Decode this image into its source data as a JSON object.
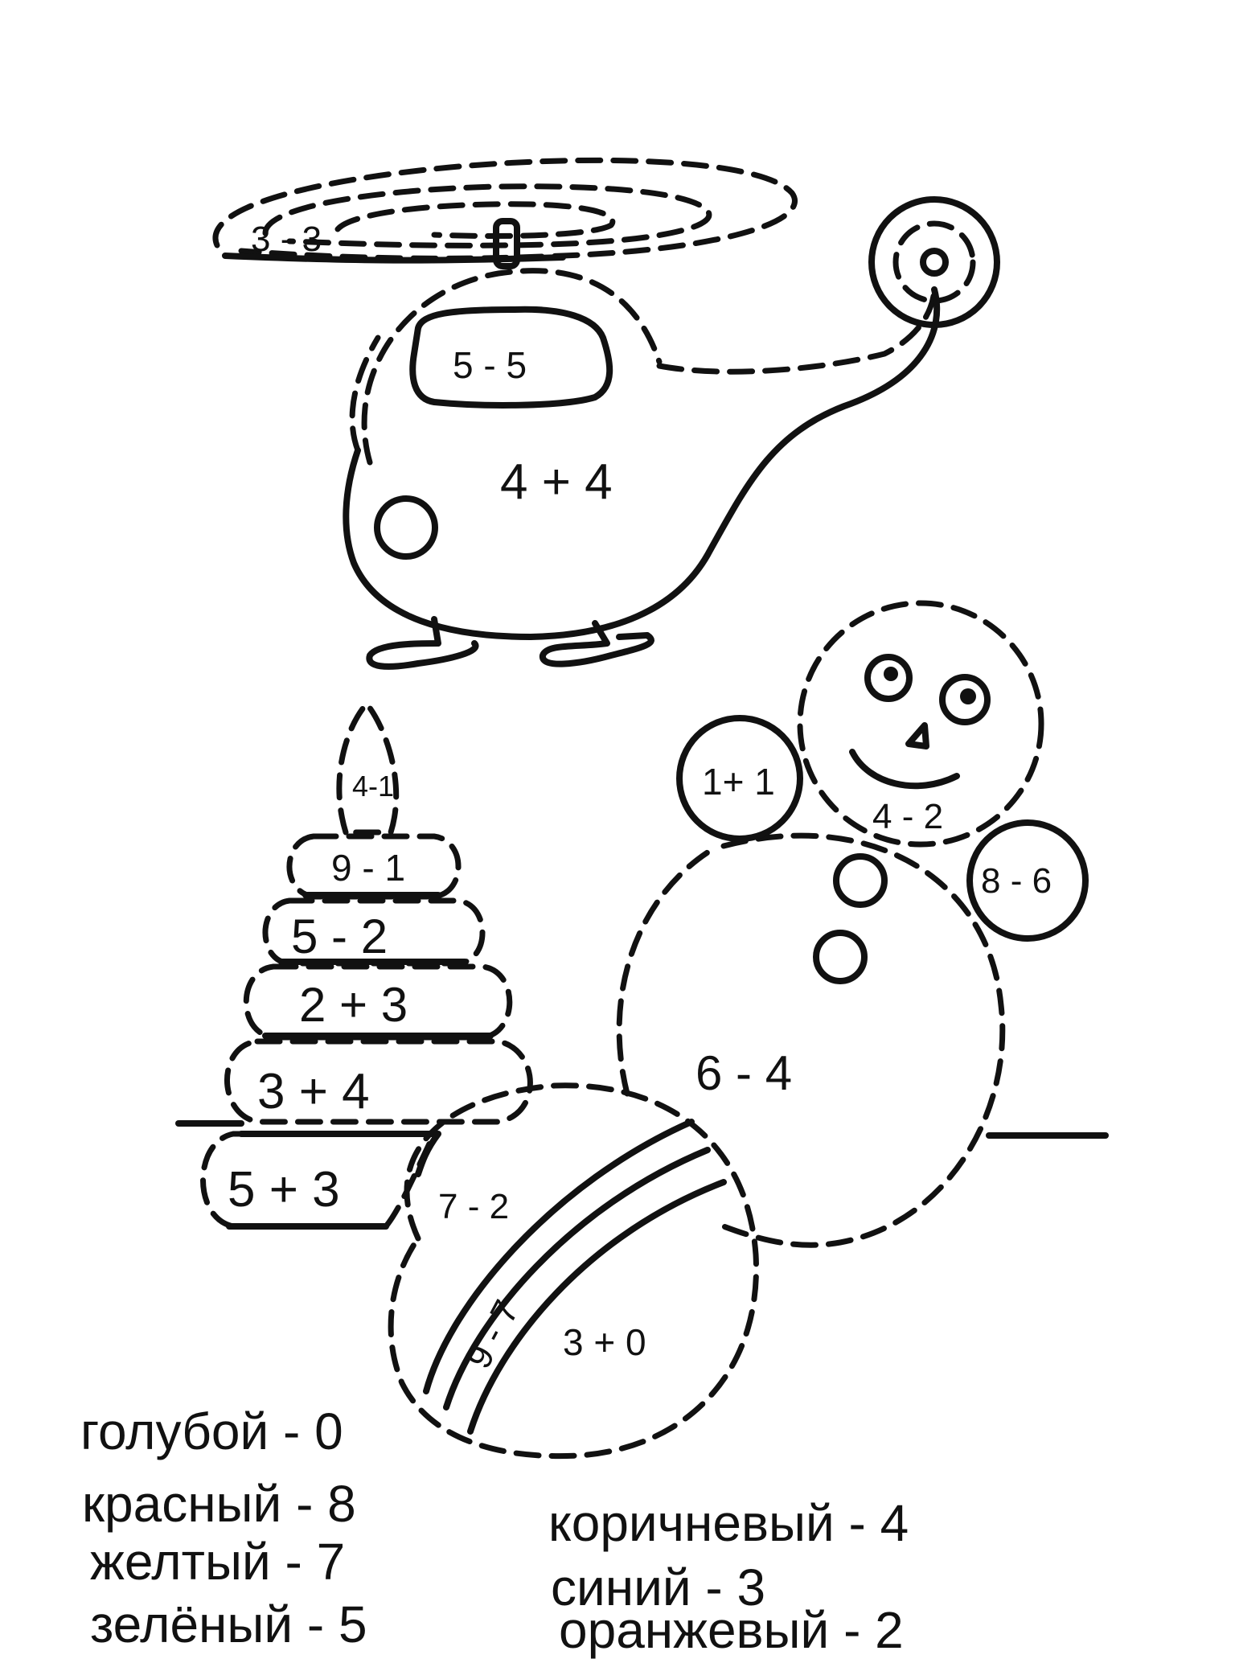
{
  "helicopter": {
    "rotor": "3 - 3",
    "window": "5 - 5",
    "body": "4 + 4"
  },
  "pyramid": {
    "top": "4-1",
    "ring1": "9 - 1",
    "ring2": "5 - 2",
    "ring3": "2 + 3",
    "ring4": "3 + 4",
    "base": "5 + 3"
  },
  "snowman": {
    "left_hand": "1+ 1",
    "head": "4 - 2",
    "right_hand": "8 - 6",
    "body": "6 - 4"
  },
  "ball": {
    "top": "7 - 2",
    "stripe": "9 - 7",
    "body": "3 + 0"
  },
  "legend": [
    {
      "label": "голубой - 0",
      "color": "#5bc0eb"
    },
    {
      "label": "красный - 8",
      "color": "#e53935"
    },
    {
      "label": "желтый - 7",
      "color": "#fdd835"
    },
    {
      "label": "зелёный - 5",
      "color": "#43a047"
    },
    {
      "label": "коричневый - 4",
      "color": "#795548"
    },
    {
      "label": "синий - 3",
      "color": "#1e40af"
    },
    {
      "label": "оранжевый - 2",
      "color": "#fb8c00"
    }
  ]
}
